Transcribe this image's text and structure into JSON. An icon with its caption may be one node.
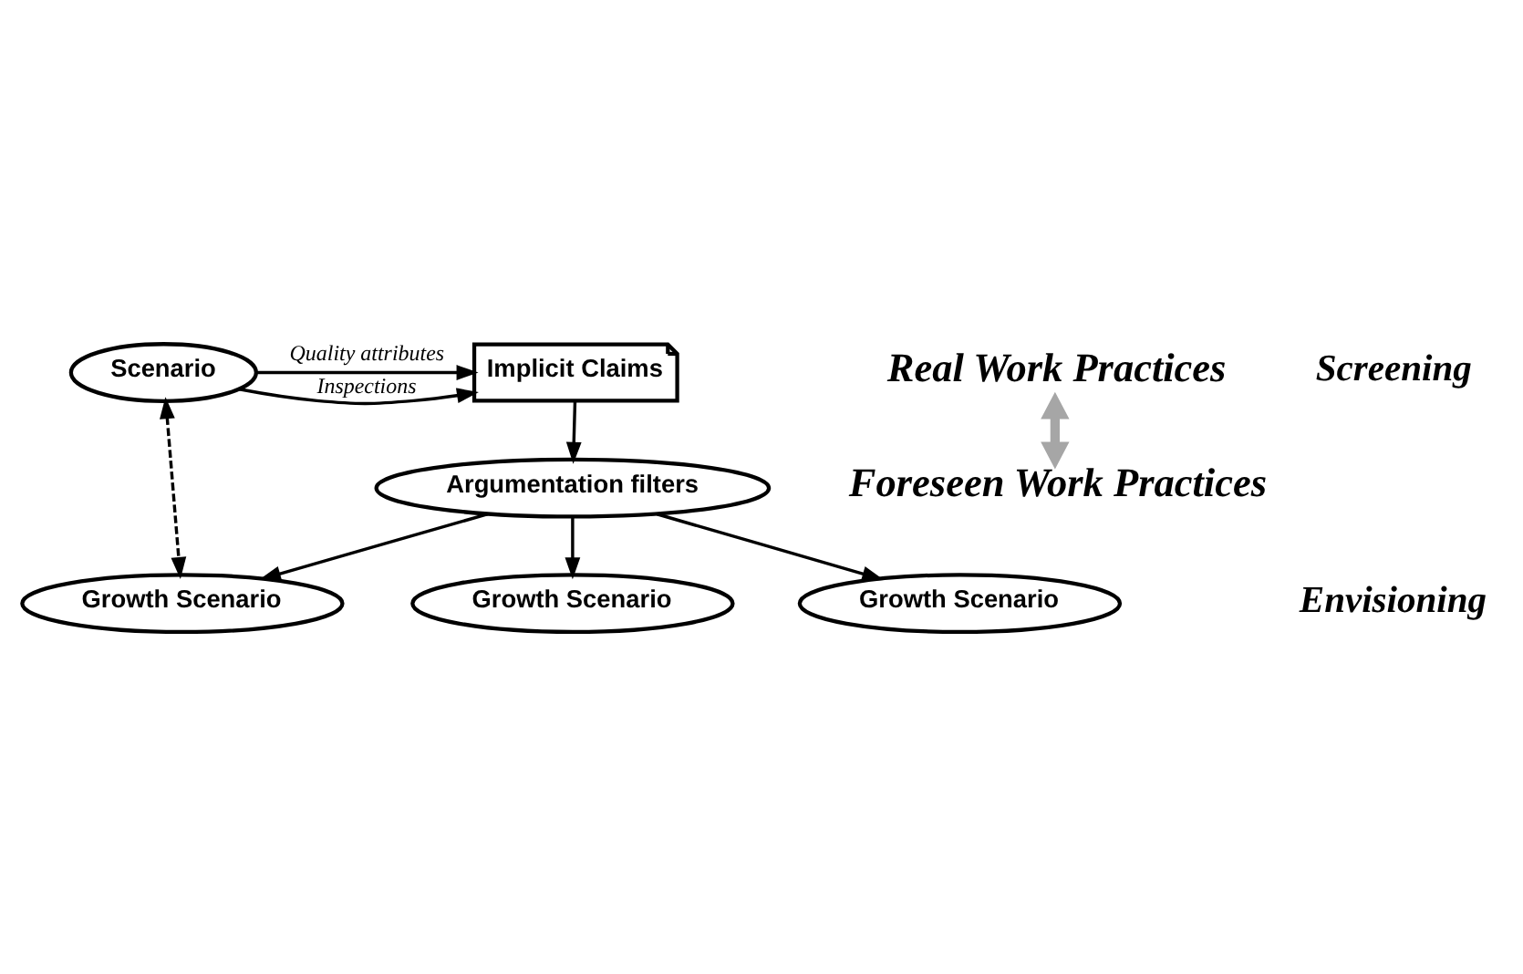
{
  "diagram": {
    "nodes": [
      {
        "text": [
          "Scenario"
        ]
      },
      {
        "text": [
          "Implicit Claims"
        ]
      },
      {
        "text": [
          "Real Work Practices"
        ]
      },
      {
        "text": [
          "Foreseen Work Practices"
        ]
      },
      {
        "text": [
          "Argumentation filters"
        ]
      },
      {
        "text": [
          "Growth Scenario"
        ]
      },
      {
        "text": [
          "Growth Scenario"
        ]
      },
      {
        "text": [
          "Growth Scenario"
        ]
      }
    ],
    "edges": [
      {
        "from": 0,
        "to": 1,
        "arrow": "to",
        "label": "Inspections"
      },
      {
        "from": 0,
        "to": 1,
        "arrow": "to",
        "label": "Quality attributes"
      },
      {
        "from": 1,
        "to": 4,
        "arrow": "to"
      },
      {
        "from": 0,
        "to": 5,
        "arrow": "both",
        "style": "dashed"
      },
      {
        "from": 2,
        "to": 3,
        "arrow": "both",
        "style": "thick",
        "color": "#a6a6a6"
      },
      {
        "from": 4,
        "to": 5,
        "arrow": "to"
      },
      {
        "from": 4,
        "to": 6,
        "arrow": "to"
      },
      {
        "from": 4,
        "to": 7,
        "arrow": "to"
      }
    ],
    "labels": [
      "Screening",
      "Envisioning"
    ]
  }
}
